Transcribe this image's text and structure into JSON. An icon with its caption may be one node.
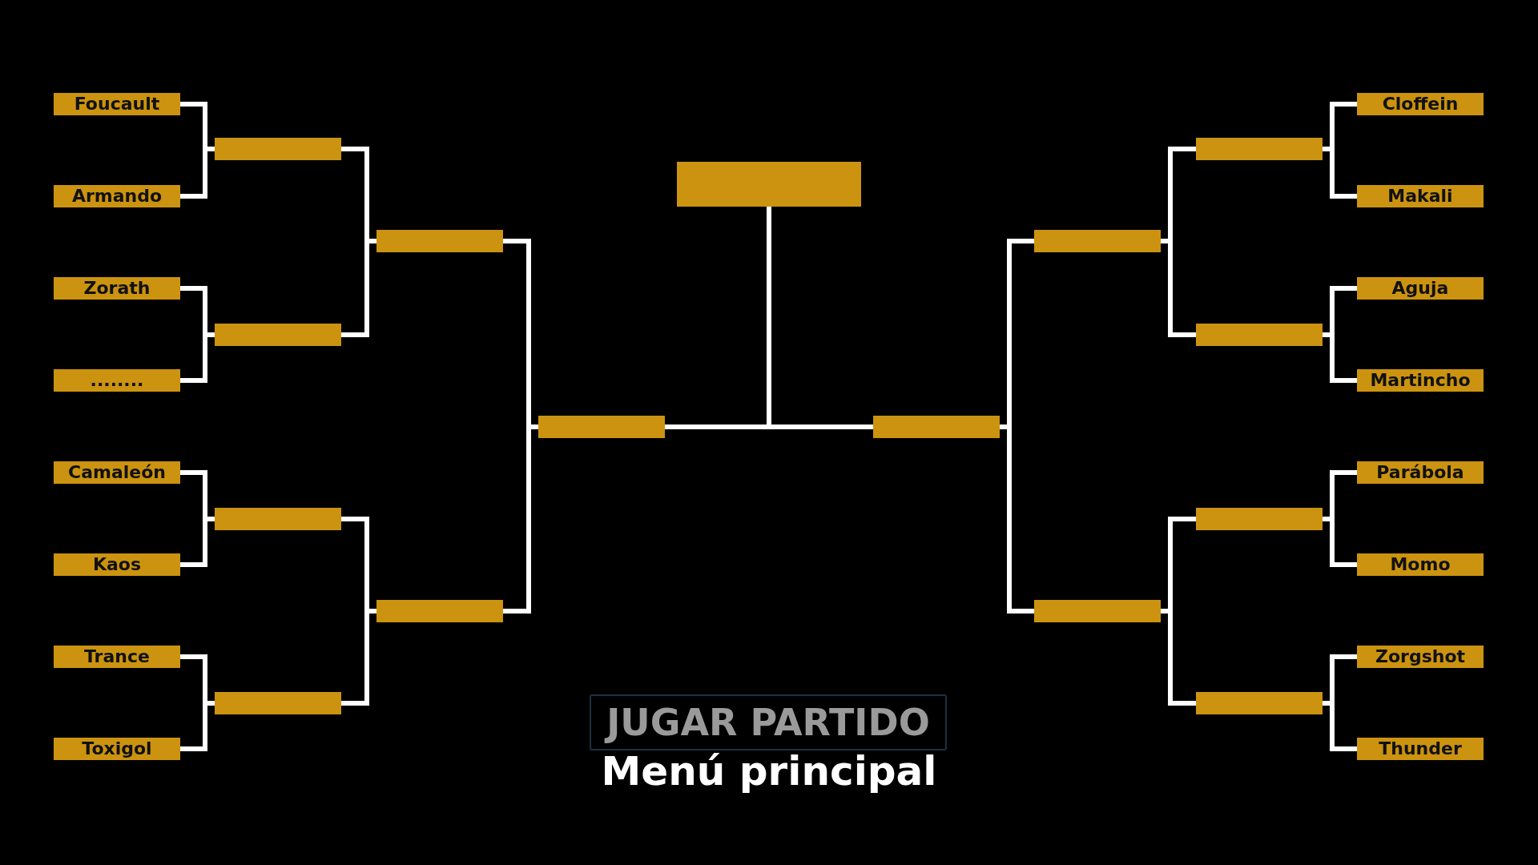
{
  "diagram": {
    "nodes": [
      {
        "text": [
          "Foucault"
        ]
      },
      {
        "text": [
          "Armando"
        ]
      },
      {
        "text": [
          "Zorath"
        ]
      },
      {
        "text": [
          "........"
        ]
      },
      {
        "text": [
          "Camaleón"
        ]
      },
      {
        "text": [
          "Kaos"
        ]
      },
      {
        "text": [
          "Trance"
        ]
      },
      {
        "text": [
          "Toxigol"
        ]
      },
      {
        "text": [],
        "shape": "bar"
      },
      {
        "text": [],
        "shape": "bar"
      },
      {
        "text": [],
        "shape": "bar"
      },
      {
        "text": [],
        "shape": "bar"
      },
      {
        "text": [],
        "shape": "bar"
      },
      {
        "text": [],
        "shape": "bar"
      },
      {
        "text": [],
        "shape": "bar"
      },
      {
        "text": [],
        "shape": "bar"
      },
      {
        "text": [],
        "shape": "bar"
      },
      {
        "text": [],
        "shape": "bar"
      },
      {
        "text": [],
        "shape": "bar"
      },
      {
        "text": [],
        "shape": "bar"
      },
      {
        "text": [],
        "shape": "bar"
      },
      {
        "text": [],
        "shape": "bar"
      },
      {
        "text": [],
        "shape": "bar"
      },
      {
        "text": [
          "Cloffein"
        ]
      },
      {
        "text": [
          "Makali"
        ]
      },
      {
        "text": [
          "Aguja"
        ]
      },
      {
        "text": [
          "Martincho"
        ]
      },
      {
        "text": [
          "Parábola"
        ]
      },
      {
        "text": [
          "Momo"
        ]
      },
      {
        "text": [
          "Zorgshot"
        ]
      },
      {
        "text": [
          "Thunder"
        ]
      }
    ],
    "edges": [
      {
        "from": 0,
        "to": 8,
        "arrow": "none"
      },
      {
        "from": 1,
        "to": 8,
        "arrow": "none"
      },
      {
        "from": 2,
        "to": 9,
        "arrow": "none"
      },
      {
        "from": 3,
        "to": 9,
        "arrow": "none"
      },
      {
        "from": 4,
        "to": 10,
        "arrow": "none"
      },
      {
        "from": 5,
        "to": 10,
        "arrow": "none"
      },
      {
        "from": 6,
        "to": 11,
        "arrow": "none"
      },
      {
        "from": 7,
        "to": 11,
        "arrow": "none"
      },
      {
        "from": 8,
        "to": 12,
        "arrow": "none"
      },
      {
        "from": 9,
        "to": 12,
        "arrow": "none"
      },
      {
        "from": 10,
        "to": 13,
        "arrow": "none"
      },
      {
        "from": 11,
        "to": 13,
        "arrow": "none"
      },
      {
        "from": 12,
        "to": 14,
        "arrow": "none"
      },
      {
        "from": 13,
        "to": 14,
        "arrow": "none"
      },
      {
        "from": 14,
        "to": 15,
        "arrow": "none"
      },
      {
        "from": 16,
        "to": 15,
        "arrow": "none"
      },
      {
        "from": 17,
        "to": 16,
        "arrow": "none"
      },
      {
        "from": 18,
        "to": 16,
        "arrow": "none"
      },
      {
        "from": 19,
        "to": 17,
        "arrow": "none"
      },
      {
        "from": 20,
        "to": 17,
        "arrow": "none"
      },
      {
        "from": 21,
        "to": 18,
        "arrow": "none"
      },
      {
        "from": 22,
        "to": 18,
        "arrow": "none"
      },
      {
        "from": 23,
        "to": 19,
        "arrow": "none"
      },
      {
        "from": 24,
        "to": 19,
        "arrow": "none"
      },
      {
        "from": 25,
        "to": 20,
        "arrow": "none"
      },
      {
        "from": 26,
        "to": 20,
        "arrow": "none"
      },
      {
        "from": 27,
        "to": 21,
        "arrow": "none"
      },
      {
        "from": 28,
        "to": 21,
        "arrow": "none"
      },
      {
        "from": 29,
        "to": 22,
        "arrow": "none"
      },
      {
        "from": 30,
        "to": 22,
        "arrow": "none"
      }
    ],
    "labels": [
      "JUGAR PARTIDO",
      "Menú principal"
    ]
  }
}
